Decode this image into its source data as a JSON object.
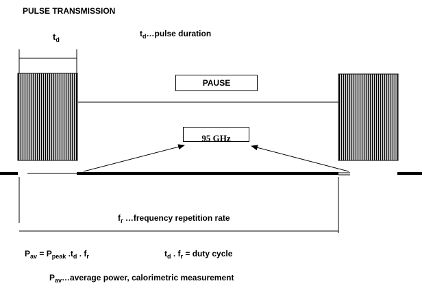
{
  "title": "PULSE TRANSMISSION",
  "td_label": {
    "base": "t",
    "sub": "d"
  },
  "td_definition": {
    "base": "t",
    "sub": "d",
    "text": "…pulse duration"
  },
  "pause_label": "PAUSE",
  "frequency_label": "95 GHz",
  "fr_definition": {
    "base": "f",
    "sub": "r",
    "text": " …frequency repetition rate"
  },
  "pav_formula": {
    "p1": "P",
    "p1_sub": "av",
    "eq": " = P",
    "p2_sub": "peak",
    "dot1": " .t",
    "t_sub": "d",
    "dot2": " . f",
    "f_sub": "r"
  },
  "duty_cycle": {
    "t": "t",
    "t_sub": "d",
    "dot": " . f",
    "f_sub": "r",
    "text": " = duty cycle"
  },
  "pav_definition": {
    "base": "P",
    "sub": "av",
    "text": "…average power, calorimetric measurement"
  },
  "colors": {
    "ink": "#000000",
    "background": "#ffffff"
  }
}
